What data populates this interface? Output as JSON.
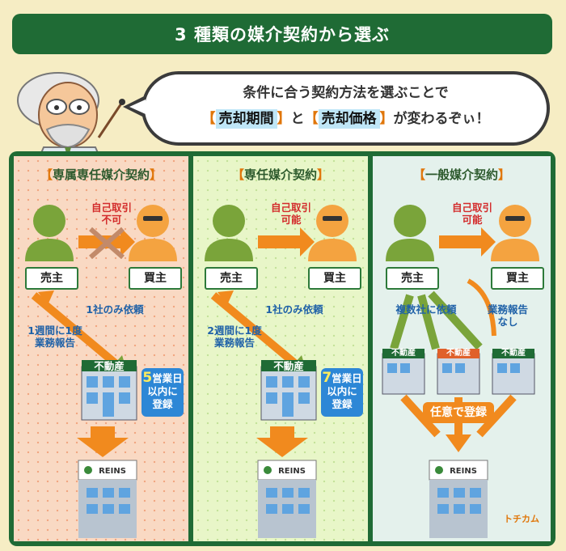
{
  "title": "3 種類の媒介契約から選ぶ",
  "bubble": {
    "line1": "条件に合う契約方法を選ぶことで",
    "bracket_open": "【",
    "bracket_close": "】",
    "term1": "売却期間",
    "mid": "と",
    "term2": "売却価格",
    "end": "が変わるぞぃ！"
  },
  "panels": [
    {
      "title": "専属専任媒介契約",
      "trade_note": "自己取引\n不可",
      "seller": "売主",
      "buyer": "買主",
      "one_company": "1社のみ依頼",
      "report": "1週間に1度\n業務報告",
      "agency": "不動産",
      "deadline_days": "5",
      "deadline_text": "営業日\n以内に\n登録",
      "reins": "REINS"
    },
    {
      "title": "専任媒介契約",
      "trade_note": "自己取引\n可能",
      "seller": "売主",
      "buyer": "買主",
      "one_company": "1社のみ依頼",
      "report": "2週間に1度\n業務報告",
      "agency": "不動産",
      "deadline_days": "7",
      "deadline_text": "営業日\n以内に\n登録",
      "reins": "REINS"
    },
    {
      "title": "一般媒介契約",
      "trade_note": "自己取引\n可能",
      "seller": "売主",
      "buyer": "買主",
      "multi": "複数社に依頼",
      "report": "業務報告\nなし",
      "agency": "不動産",
      "optional": "任意で登録",
      "reins": "REINS"
    }
  ],
  "brand": "トチカム",
  "colors": {
    "green": "#1f6b35",
    "orange": "#f18a1e",
    "blue": "#2d87d6",
    "red": "#d32c2c"
  }
}
